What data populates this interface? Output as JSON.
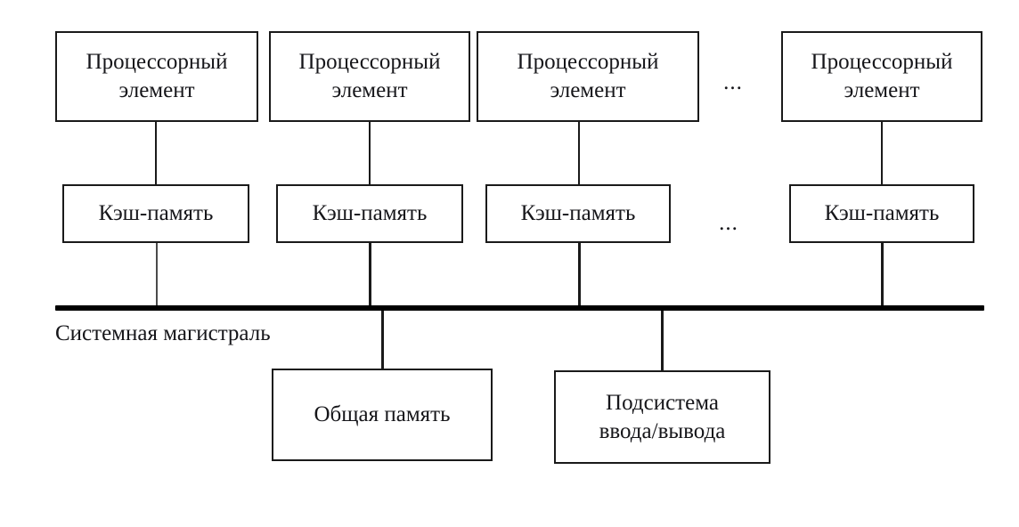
{
  "diagram": {
    "title": "Multiprocessor system with shared memory bus",
    "colors": {
      "stroke": "#1a1a1a",
      "bus": "#000000",
      "text": "#16161a",
      "background": "#ffffff",
      "faint_stroke": "#4a4a4a"
    },
    "processor_row": {
      "nodes": [
        {
          "line1": "Процессорный",
          "line2": "элемент"
        },
        {
          "line1": "Процессорный",
          "line2": "элемент"
        },
        {
          "line1": "Процессорный",
          "line2": "элемент"
        },
        {
          "line1": "Процессорный",
          "line2": "элемент"
        }
      ],
      "ellipsis": "..."
    },
    "cache_row": {
      "nodes": [
        {
          "label": "Кэш-память"
        },
        {
          "label": "Кэш-память"
        },
        {
          "label": "Кэш-память"
        },
        {
          "label": "Кэш-память"
        }
      ],
      "ellipsis": "..."
    },
    "bus": {
      "label": "Системная магистраль"
    },
    "bottom_row": {
      "nodes": [
        {
          "line1": "Общая память",
          "line2": ""
        },
        {
          "line1": "Подсистема",
          "line2": "ввода/вывода"
        }
      ]
    }
  }
}
